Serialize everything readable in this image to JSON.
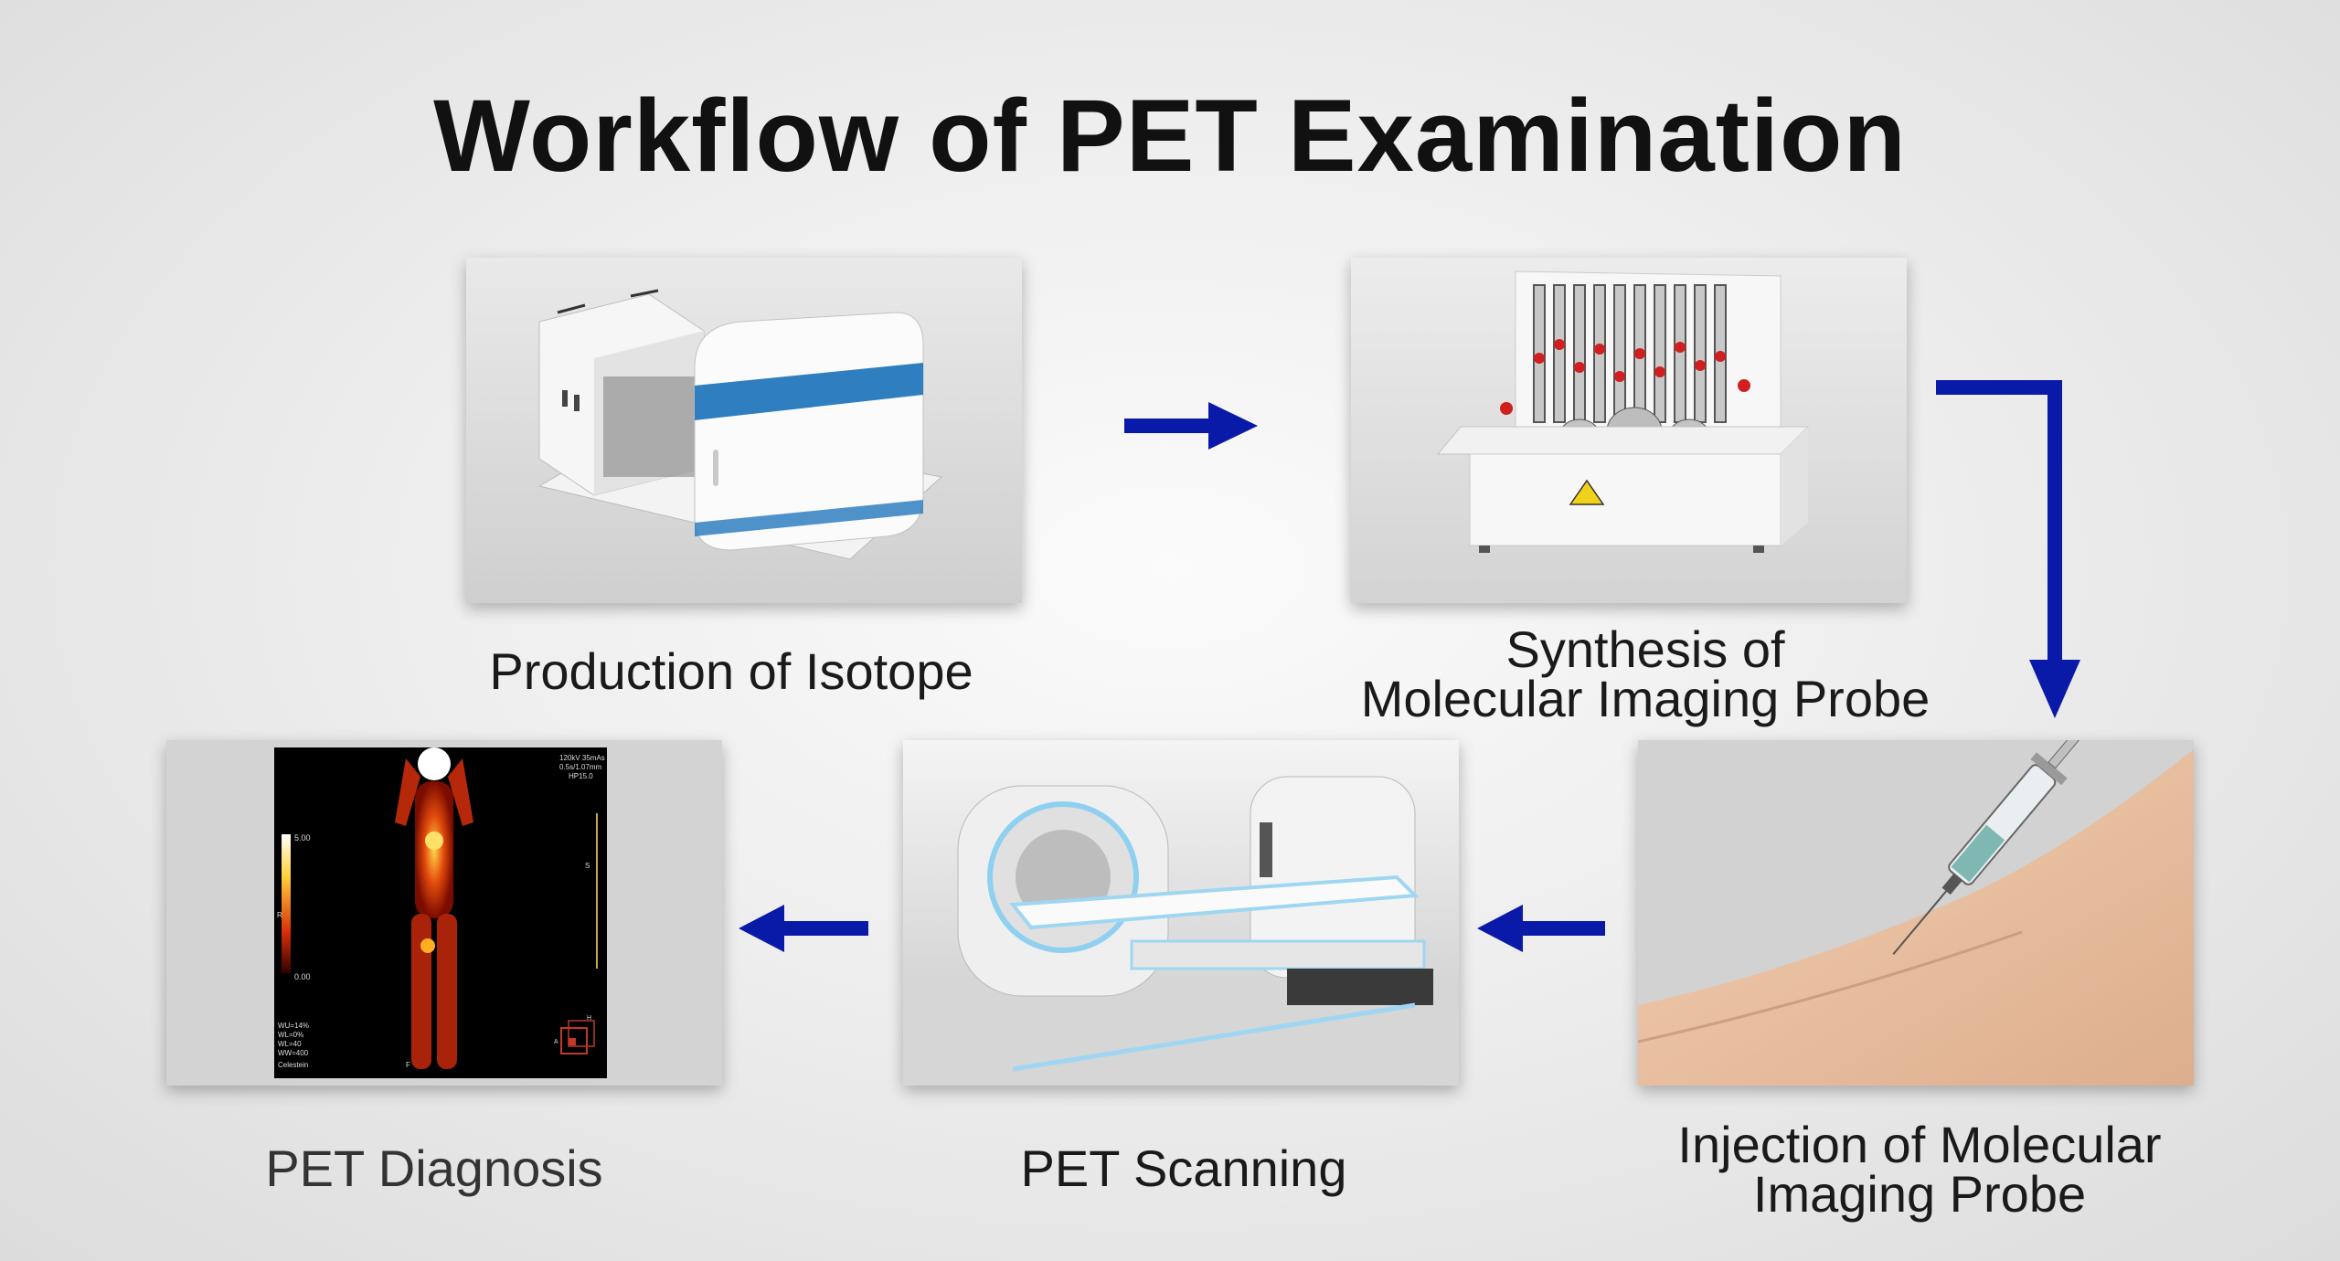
{
  "title": "Workflow of PET Examination",
  "steps": [
    {
      "name": "production",
      "label_lines": [
        "Production of Isotope"
      ]
    },
    {
      "name": "synthesis",
      "label_lines": [
        "Synthesis of",
        "Molecular Imaging Probe"
      ]
    },
    {
      "name": "injection",
      "label_lines": [
        "Injection of Molecular",
        "Imaging Probe"
      ]
    },
    {
      "name": "scanning",
      "label_lines": [
        "PET Scanning"
      ]
    },
    {
      "name": "diagnosis",
      "label_lines": [
        "PET Diagnosis"
      ]
    }
  ],
  "pet_image": {
    "top_right_text": [
      "120kV 35mAs",
      "0.5s/1.07mm",
      "HP15.0"
    ],
    "scale_max": "5.00",
    "scale_min": "0.00",
    "bottom_left_text": [
      "WU=14%",
      "WL=0%",
      "WL=40",
      "WW=400",
      "Celestein"
    ],
    "bottom_marker": "F",
    "side_marker": "S",
    "scale_side_marker": "R",
    "cube_marker_a": "H",
    "cube_marker_b": "A"
  },
  "colors": {
    "arrow": "#0a1aa8",
    "cyclotron_stripe": "#2f7fc0"
  }
}
